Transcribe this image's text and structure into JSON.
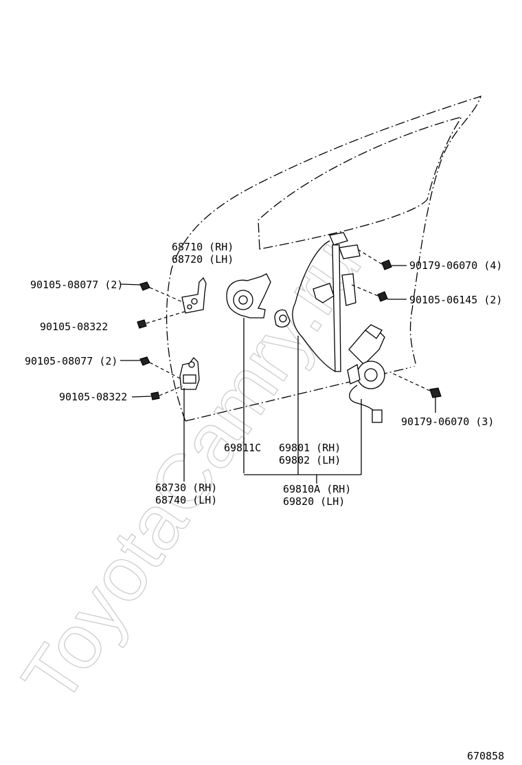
{
  "watermark": "ToyotaCamry.ru",
  "diagram_number": "670858",
  "labels": {
    "hinge_upper": [
      "68710 (RH)",
      "68720 (LH)"
    ],
    "hinge_lower": [
      "68730 (RH)",
      "68740 (LH)"
    ],
    "bolt_upper_hinge": "90105-08077 (2)",
    "bolt_upper_hinge_2": "90105-08322",
    "bolt_lower_hinge": "90105-08077 (2)",
    "bolt_lower_hinge_2": "90105-08322",
    "regulator_bolt_top": "90179-06070 (4)",
    "regulator_bolt_mid": "90105-06145 (2)",
    "motor_nut": "90179-06070 (3)",
    "plate": "69811C",
    "regulator": [
      "69801 (RH)",
      "69802 (LH)"
    ],
    "regulator_assy": [
      "69810A (RH)",
      "69820  (LH)"
    ]
  }
}
